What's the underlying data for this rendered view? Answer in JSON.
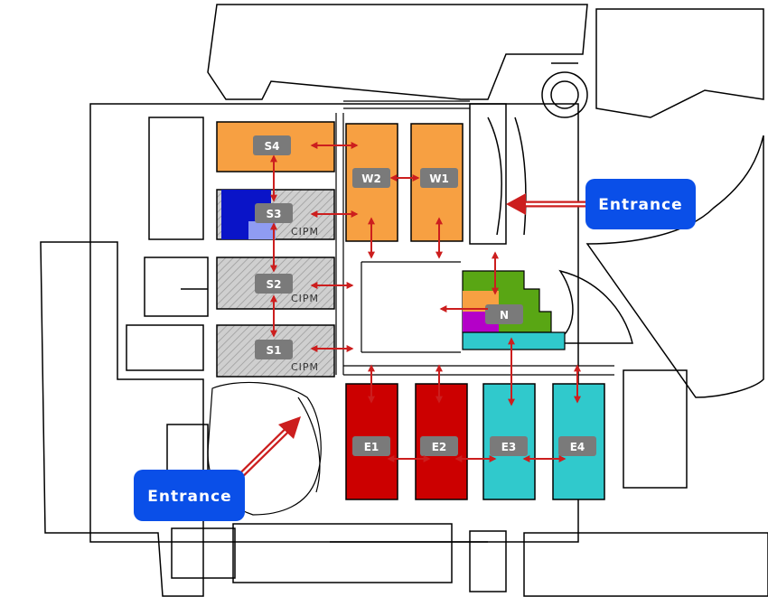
{
  "colors": {
    "orange": "#f7a042",
    "blue": "#0a14c8",
    "lightblue": "#8f9cf2",
    "gray": "#c8c8c8",
    "red": "#cc0000",
    "cyan": "#30c9cc",
    "green": "#59a614",
    "purple": "#b400c8",
    "tag": "#7a7a7a",
    "arrow": "#cc1e1e",
    "entrance": "#0a4fe8"
  },
  "halls": {
    "s4": "S4",
    "s3": "S3",
    "s2": "S2",
    "s1": "S1",
    "w2": "W2",
    "w1": "W1",
    "n": "N",
    "e1": "E1",
    "e2": "E2",
    "e3": "E3",
    "e4": "E4"
  },
  "annotations": {
    "cipm": "CIPM"
  },
  "entrances": {
    "east": "Entrance",
    "southwest": "Entrance"
  }
}
